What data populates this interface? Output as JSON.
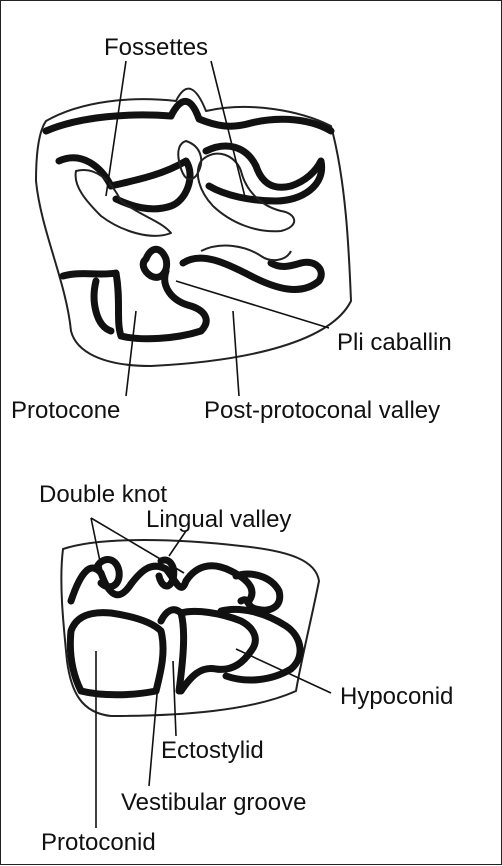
{
  "upper_tooth": {
    "labels": {
      "fossettes": "Fossettes",
      "pli_caballin": "Pli caballin",
      "protocone": "Protocone",
      "post_protoconal_valley": "Post-protoconal valley"
    }
  },
  "lower_tooth": {
    "labels": {
      "double_knot": "Double knot",
      "lingual_valley": "Lingual valley",
      "hypoconid": "Hypoconid",
      "ectostylid": "Ectostylid",
      "vestibular_groove": "Vestibular groove",
      "protoconid": "Protoconid"
    }
  }
}
